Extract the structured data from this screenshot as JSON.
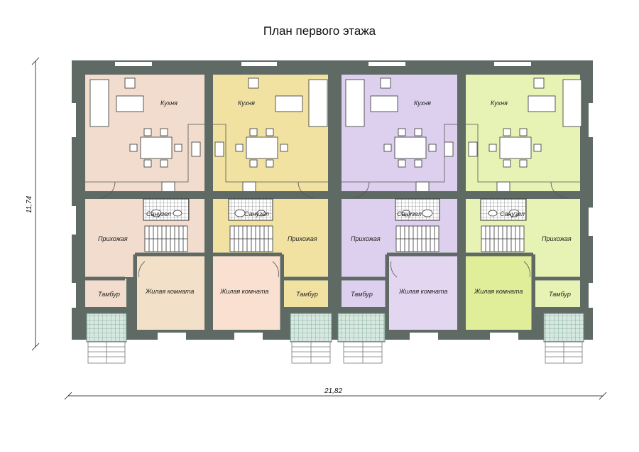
{
  "title": "План первого этажа",
  "dimensions": {
    "width": "21,82",
    "height": "11,74"
  },
  "colors": {
    "wall": "#5f6a65",
    "unit1": "#f1dccd",
    "unit2": "#f1e2a2",
    "unit3": "#dcd0ee",
    "unit4": "#e6f3b5",
    "unit1_living": "#f3e0c8",
    "unit2_living": "#f9e0d0",
    "unit3_living": "#e2d6f0",
    "unit4_living": "#e0ee9a",
    "porch": "#cfe3da"
  },
  "units": [
    {
      "kitchen": "Кухня",
      "bathroom": "Санузел",
      "hallway": "Прихожая",
      "vestibule": "Тамбур",
      "living": "Жилая комната"
    },
    {
      "kitchen": "Кухня",
      "bathroom": "Санузел",
      "hallway": "Прихожая",
      "vestibule": "Тамбур",
      "living": "Жилая комната"
    },
    {
      "kitchen": "Кухня",
      "bathroom": "Санузел",
      "hallway": "Прихожая",
      "vestibule": "Тамбур",
      "living": "Жилая комната"
    },
    {
      "kitchen": "Кухня",
      "bathroom": "Санузел",
      "hallway": "Прихожая",
      "vestibule": "Тамбур",
      "living": "Жилая комната"
    }
  ]
}
